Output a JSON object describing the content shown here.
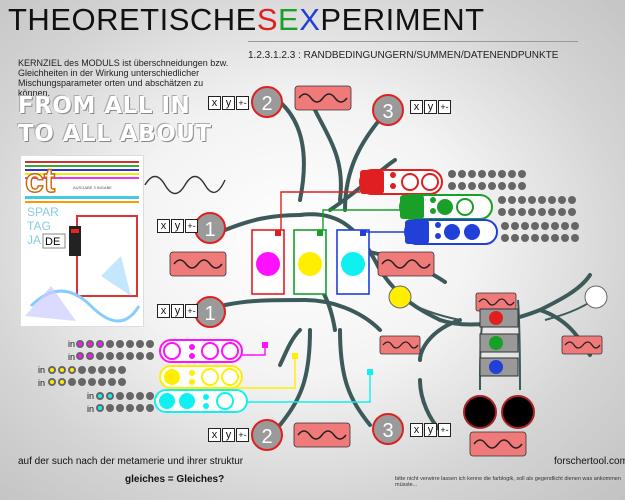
{
  "title": {
    "part1": "THEORETISCHE",
    "part2": "S",
    "part3": "E",
    "part4": "X",
    "part5": "PERIMENT"
  },
  "subtitle": "1.2.3.1.2.3 : RANDBEDINGUNGERN/SUMMEN/DATENENDPUNKTE",
  "intro": "KERNZIEL des MODULS ist überschneidungen bzw. Gleichheiten in der Wirkung unterschiedlicher Mischungsparameter orten und abschätzen zu können.",
  "banner": {
    "line1": "FROM ALL IN",
    "line2": "TO ALL ABOUT"
  },
  "cover": {
    "logo": "ct",
    "subtitle_small": "AUSGABE 3 INGABE",
    "w1": "SPAR",
    "w2": "TAG",
    "w3": "JA",
    "de": "DE"
  },
  "xy": {
    "x": "x",
    "y": "y",
    "pm": "+-"
  },
  "nodes": {
    "n1": "1",
    "n2": "2",
    "n3": "3"
  },
  "row_label": "in",
  "colors": {
    "red": "#e02020",
    "green": "#18a028",
    "blue": "#2040d8",
    "magenta": "#ff10ff",
    "yellow": "#ffee00",
    "cyan": "#10f0f0",
    "black": "#000000",
    "stroke": "#3d5a5a",
    "wave": "#d02020"
  },
  "footer": {
    "left": "auf der such nach der metamerie und ihrer struktur",
    "question": "gleiches = Gleiches?",
    "right": "forschertool.com",
    "note": "bitte nicht verwirre lassen ich kenne die farblogik, soll als gegendlicht dienen was ankommen müsste..."
  }
}
